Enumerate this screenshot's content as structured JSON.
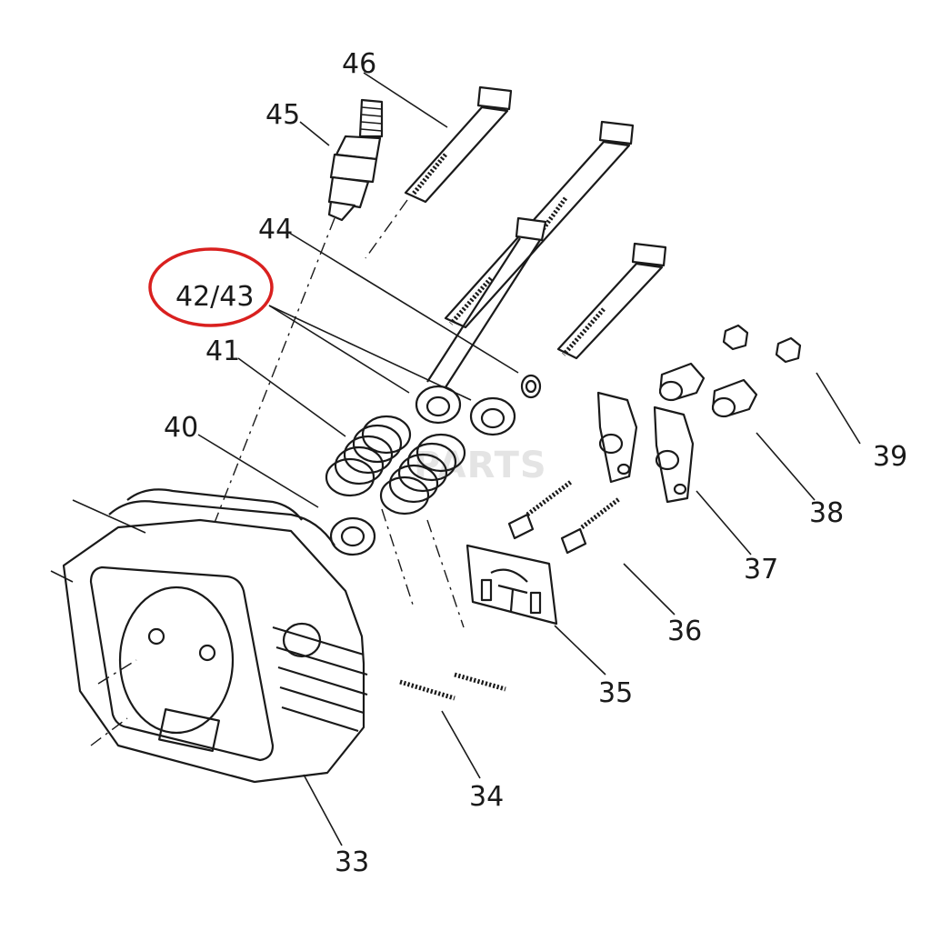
{
  "diagram": {
    "watermark": "PARTS",
    "highlight_color": "#d9201f",
    "highlighted_label": "42/43",
    "labels": {
      "p33": "33",
      "p34": "34",
      "p35": "35",
      "p36": "36",
      "p37": "37",
      "p38": "38",
      "p39": "39",
      "p40": "40",
      "p41": "41",
      "p4243": "42/43",
      "p44": "44",
      "p45": "45",
      "p46": "46"
    }
  }
}
